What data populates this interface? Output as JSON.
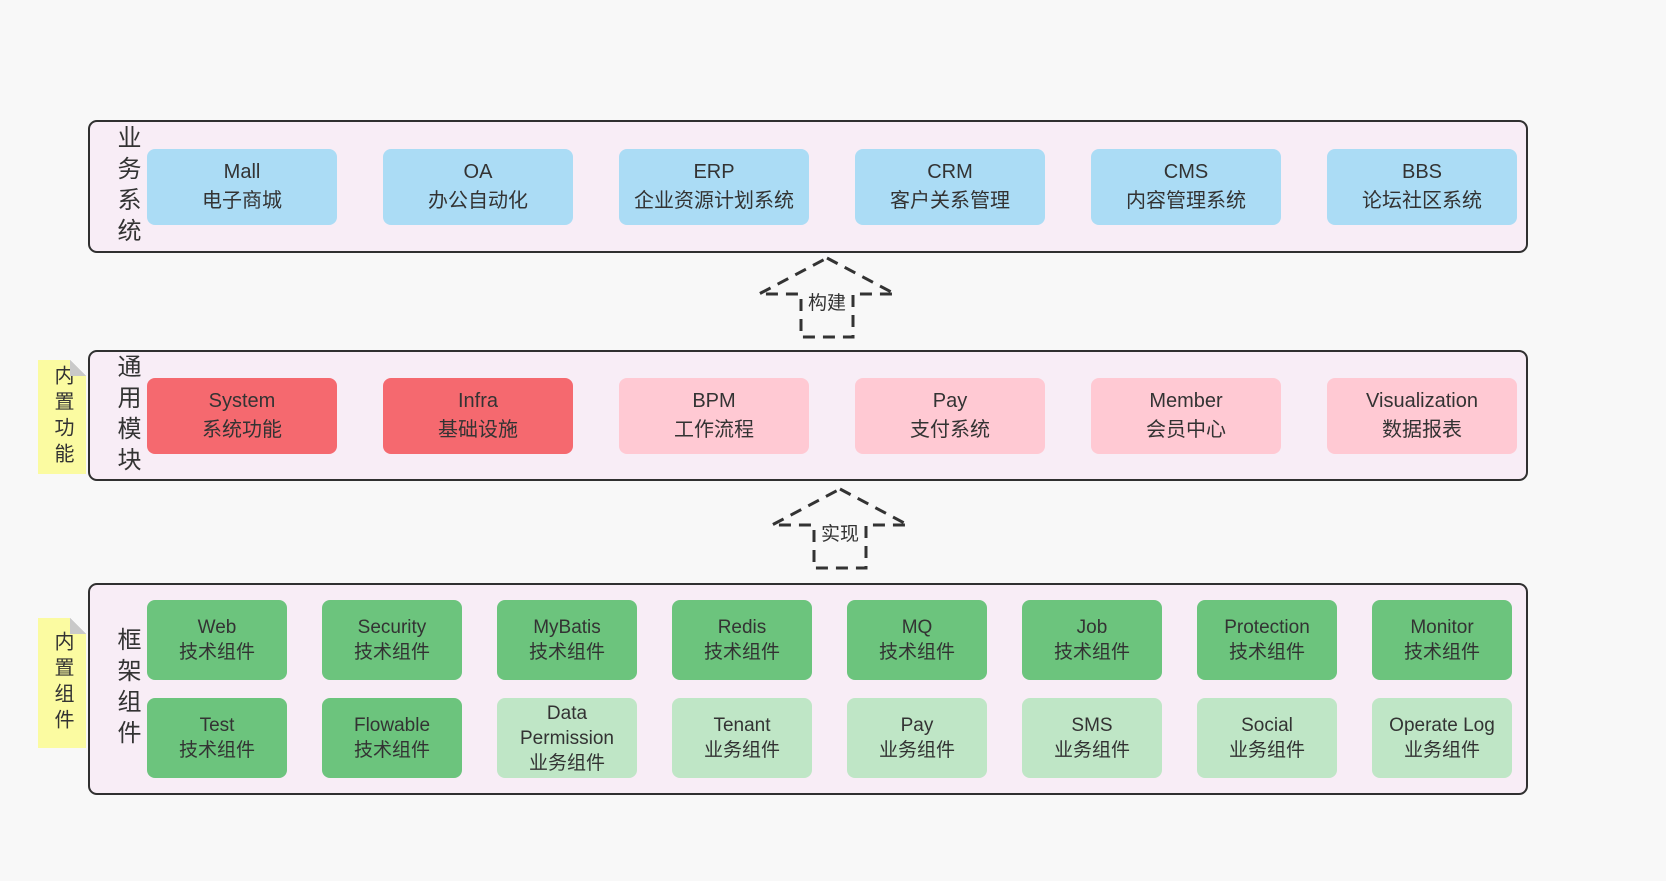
{
  "diagram": {
    "bands": [
      {
        "side_label": "业务系统",
        "boxes": [
          {
            "en": "Mall",
            "cn": "电子商城"
          },
          {
            "en": "OA",
            "cn": "办公自动化"
          },
          {
            "en": "ERP",
            "cn": "企业资源计划系统"
          },
          {
            "en": "CRM",
            "cn": "客户关系管理"
          },
          {
            "en": "CMS",
            "cn": "内容管理系统"
          },
          {
            "en": "BBS",
            "cn": "论坛社区系统"
          }
        ]
      },
      {
        "side_label": "通用模块",
        "sticky_label": "内置功能",
        "boxes": [
          {
            "en": "System",
            "cn": "系统功能"
          },
          {
            "en": "Infra",
            "cn": "基础设施"
          },
          {
            "en": "BPM",
            "cn": "工作流程"
          },
          {
            "en": "Pay",
            "cn": "支付系统"
          },
          {
            "en": "Member",
            "cn": "会员中心"
          },
          {
            "en": "Visualization",
            "cn": "数据报表"
          }
        ]
      },
      {
        "side_label": "框架组件",
        "sticky_label": "内置组件",
        "rows": [
          [
            {
              "en": "Web",
              "cn": "技术组件"
            },
            {
              "en": "Security",
              "cn": "技术组件"
            },
            {
              "en": "MyBatis",
              "cn": "技术组件"
            },
            {
              "en": "Redis",
              "cn": "技术组件"
            },
            {
              "en": "MQ",
              "cn": "技术组件"
            },
            {
              "en": "Job",
              "cn": "技术组件"
            },
            {
              "en": "Protection",
              "cn": "技术组件"
            },
            {
              "en": "Monitor",
              "cn": "技术组件"
            }
          ],
          [
            {
              "en": "Test",
              "cn": "技术组件"
            },
            {
              "en": "Flowable",
              "cn": "技术组件"
            },
            {
              "en": "Data Permission",
              "cn": "业务组件"
            },
            {
              "en": "Tenant",
              "cn": "业务组件"
            },
            {
              "en": "Pay",
              "cn": "业务组件"
            },
            {
              "en": "SMS",
              "cn": "业务组件"
            },
            {
              "en": "Social",
              "cn": "业务组件"
            },
            {
              "en": "Operate Log",
              "cn": "业务组件"
            }
          ]
        ]
      }
    ],
    "arrows": [
      {
        "label": "构建"
      },
      {
        "label": "实现"
      }
    ]
  },
  "colors": {
    "page-bg": "#f8f8f8",
    "band-bg": "#f8edf6",
    "band-border": "#303030",
    "box-blue": "#abdcf5",
    "box-red": "#f5696f",
    "box-pink": "#ffc9d3",
    "box-green": "#6cc47d",
    "box-green-light": "#bfe6c6",
    "sticky-yellow": "#fbfba1",
    "sticky-fold": "#c9c9c9",
    "text": "#333333",
    "arrow": "#333333"
  }
}
